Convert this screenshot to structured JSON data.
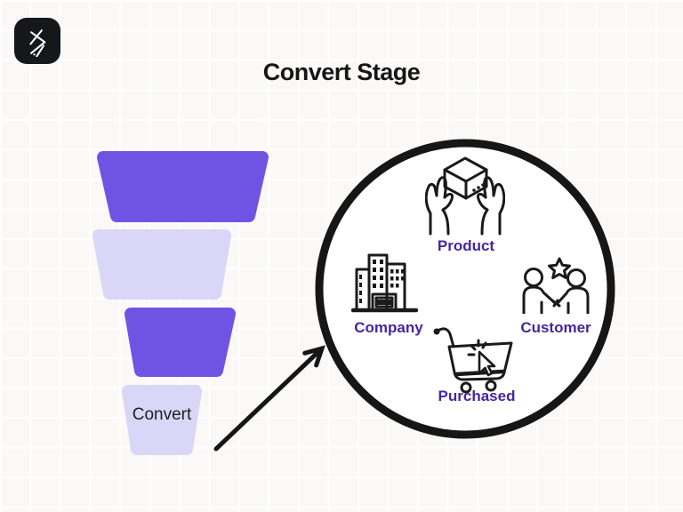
{
  "title": "Convert Stage",
  "logo": {
    "icon": "brand-logo-icon"
  },
  "funnel": {
    "segments": [
      {
        "label": "",
        "tone": "purple"
      },
      {
        "label": "",
        "tone": "light"
      },
      {
        "label": "",
        "tone": "purple"
      },
      {
        "label": "Convert",
        "tone": "light"
      }
    ]
  },
  "cycle": {
    "items": [
      {
        "label": "Product",
        "icon": "product-box-hands-icon"
      },
      {
        "label": "Company",
        "icon": "company-building-icon"
      },
      {
        "label": "Customer",
        "icon": "customer-handshake-icon"
      },
      {
        "label": "Purchased",
        "icon": "purchased-cart-icon"
      }
    ]
  },
  "colors": {
    "funnel_purple": "#6F54E4",
    "funnel_light": "#DAD6F7",
    "label_purple": "#45279F",
    "ink": "#161616",
    "bg": "#FAF9F8",
    "grid_line": "#FFFFFF",
    "logo_bg": "#15171B"
  }
}
